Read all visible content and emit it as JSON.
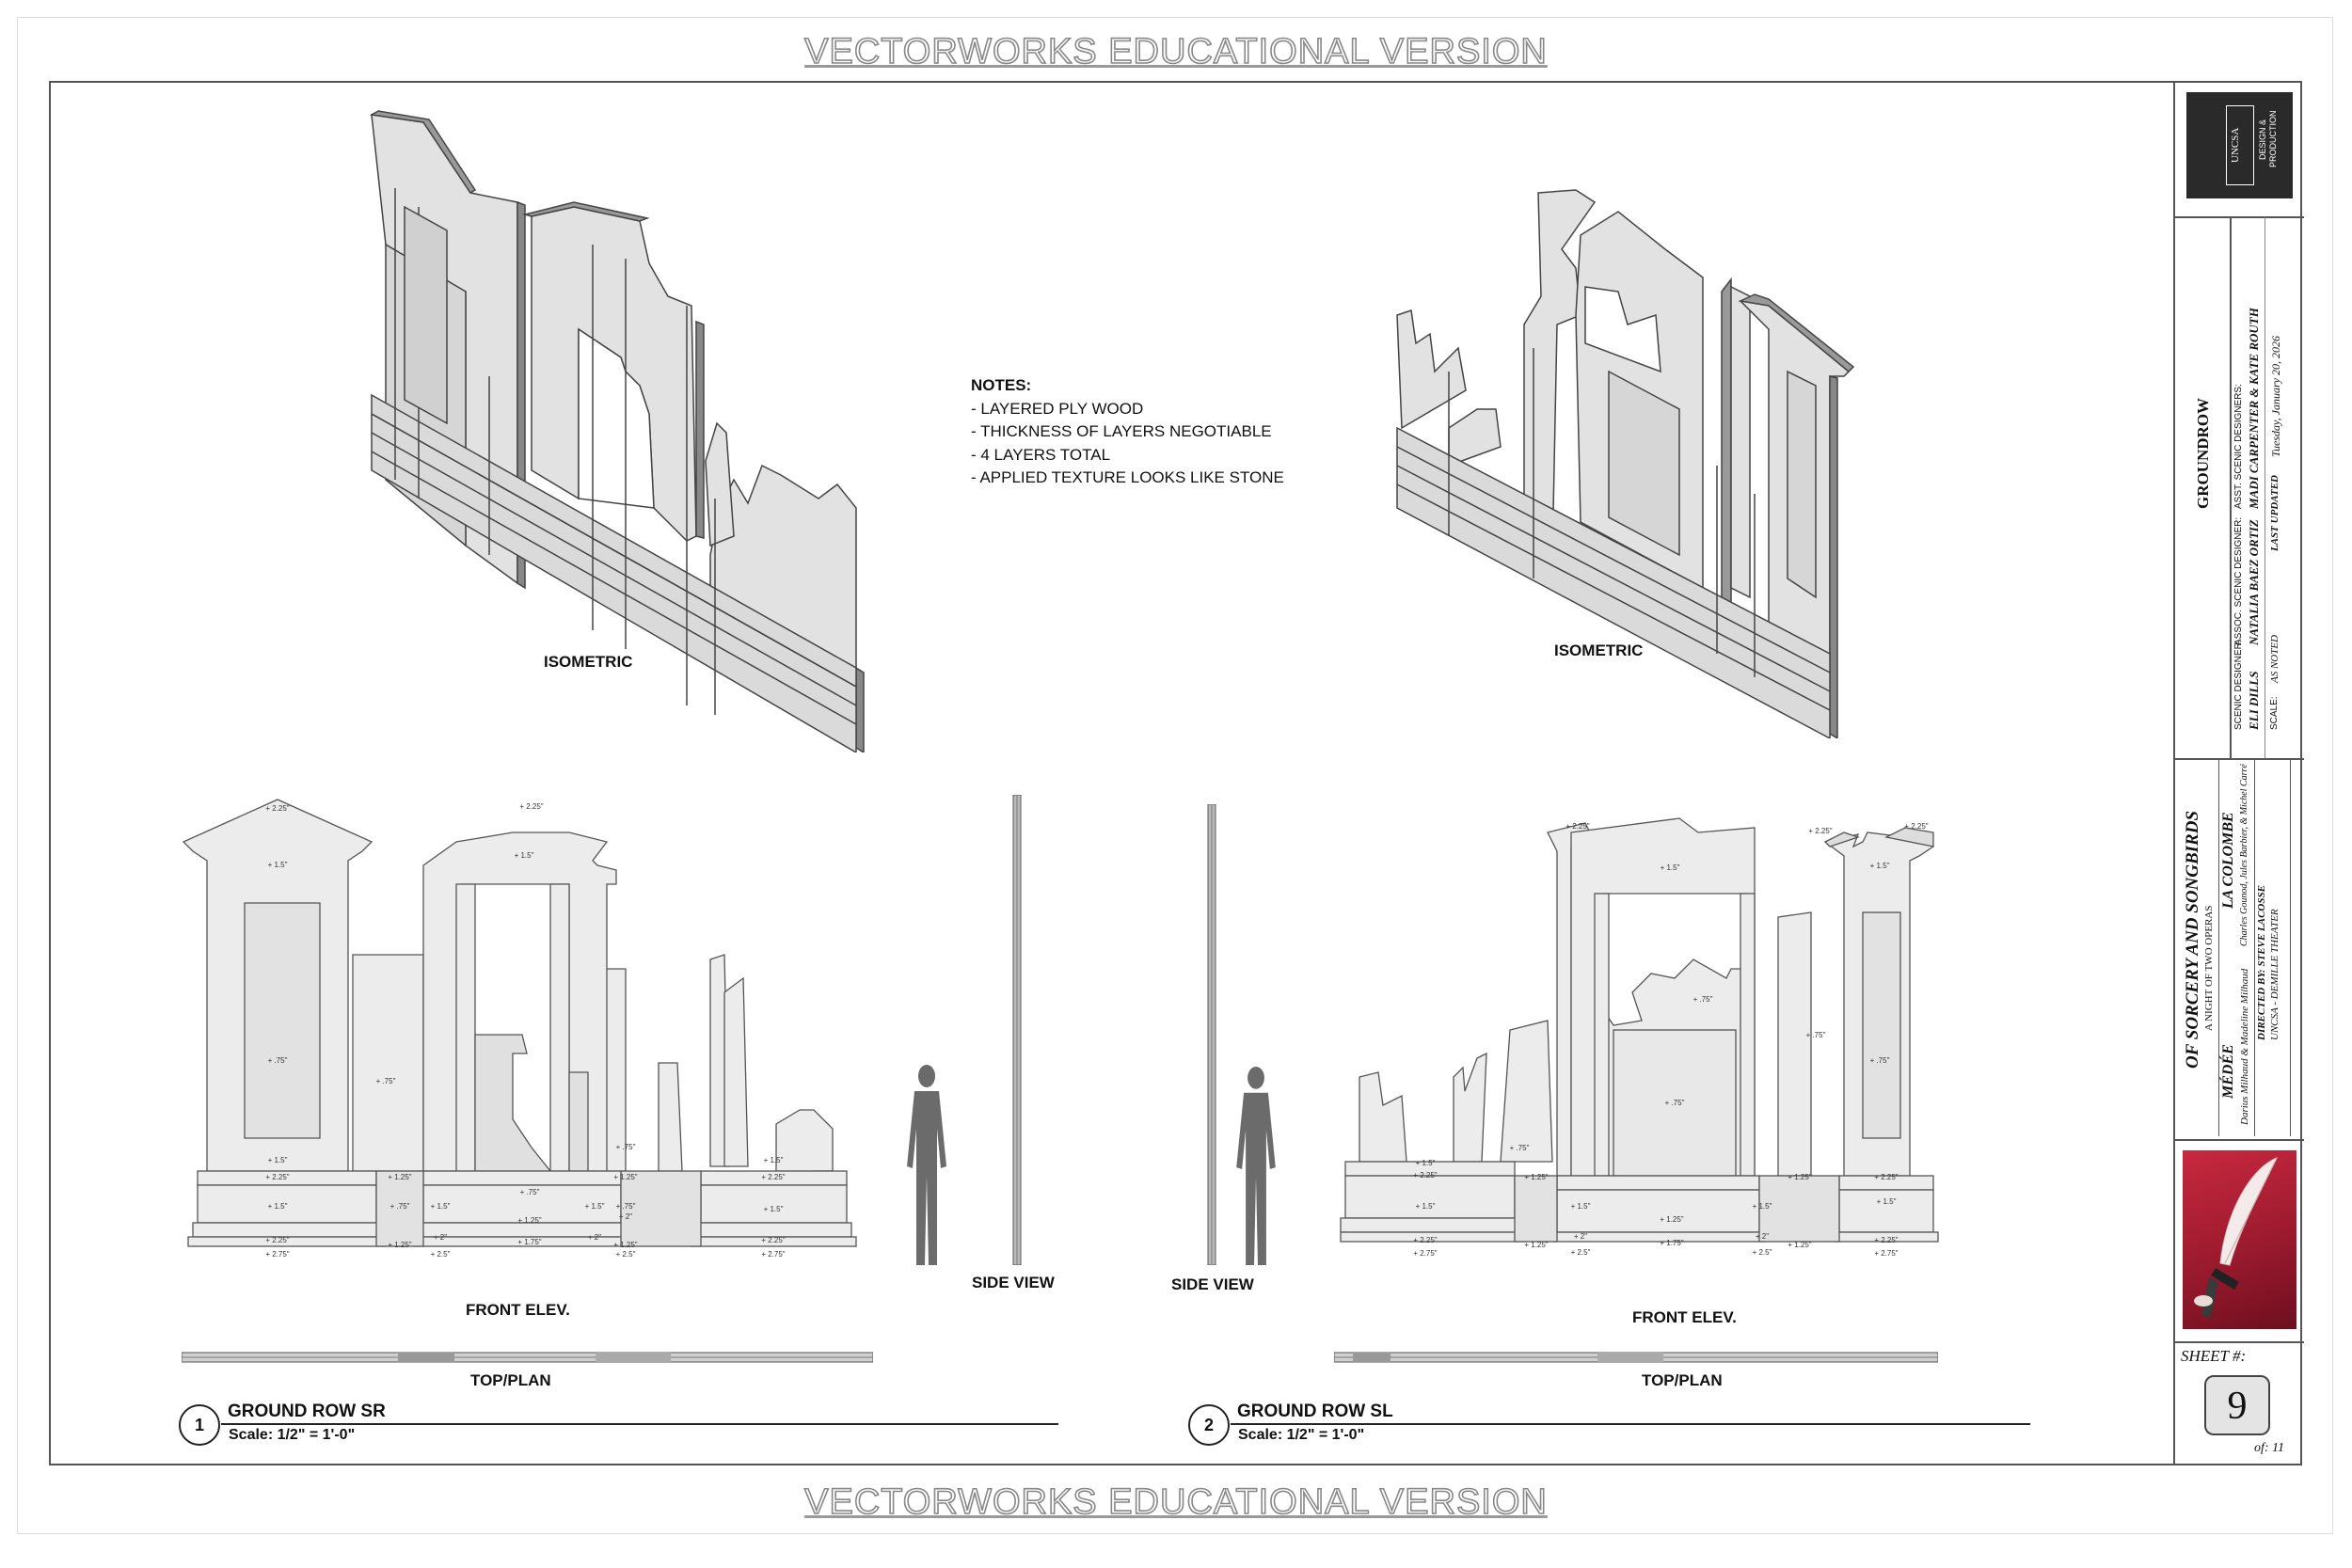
{
  "watermark": "VECTORWORKS EDUCATIONAL VERSION",
  "notes": {
    "heading": "NOTES:",
    "items": [
      "- LAYERED PLY WOOD",
      "- THICKNESS OF LAYERS NEGOTIABLE",
      "- 4 LAYERS TOTAL",
      "- APPLIED TEXTURE LOOKS LIKE STONE"
    ]
  },
  "views": {
    "isometric": "ISOMETRIC",
    "front_elev": "FRONT ELEV.",
    "side_view": "SIDE VIEW",
    "top_plan": "TOP/PLAN"
  },
  "drawings": [
    {
      "number": "1",
      "title": "GROUND ROW SR",
      "scale": "Scale: 1/2\" = 1'-0\""
    },
    {
      "number": "2",
      "title": "GROUND ROW SL",
      "scale": "Scale: 1/2\" = 1'-0\""
    }
  ],
  "dims": {
    "d225": "+ 2.25\"",
    "d15": "+ 1.5\"",
    "d075": "+ .75\"",
    "d125": "+ 1.25\"",
    "d275": "+ 2.75\"",
    "d2": "+ 2\"",
    "d25": "+ 2.5\"",
    "d175": "+ 1.75\""
  },
  "title_block": {
    "logo_line1": "UNCSA",
    "logo_line2": "DESIGN &",
    "logo_line3": "PRODUCTION",
    "sheet_name": "GROUNDROW",
    "scenic_designer_label": "SCENIC DESIGNER:",
    "scenic_designer": "ELI DILLS",
    "assoc_label": "ASSOC. SCENIC DESIGNER:",
    "assoc": "NATALIA BAEZ ORTIZ",
    "asst_label": "ASST. SCENIC DESIGNERS:",
    "asst": "MADI CARPENTER & KATE ROUTH",
    "scale_label": "SCALE:",
    "scale_value": "AS NOTED",
    "updated_label": "LAST UPDATED",
    "updated_value": "Tuesday, January 20, 2026",
    "show_title": "OF SORCERY AND SONGBIRDS",
    "show_subtitle": "A NIGHT OF TWO OPERAS",
    "opera1": "MÉDÉE",
    "opera1_composers": "Darius Milhaud & Madeline Milhaud",
    "opera2": "LA COLOMBE",
    "opera2_composers": "Charles Gounod, Jules Barbier, & Michel Carré",
    "director": "DIRECTED BY: STEVE LACOSSE",
    "venue": "UNCSA - DEMILLE THEATER",
    "sheet_label": "SHEET #:",
    "sheet_number": "9",
    "sheet_of": "of: 11"
  }
}
